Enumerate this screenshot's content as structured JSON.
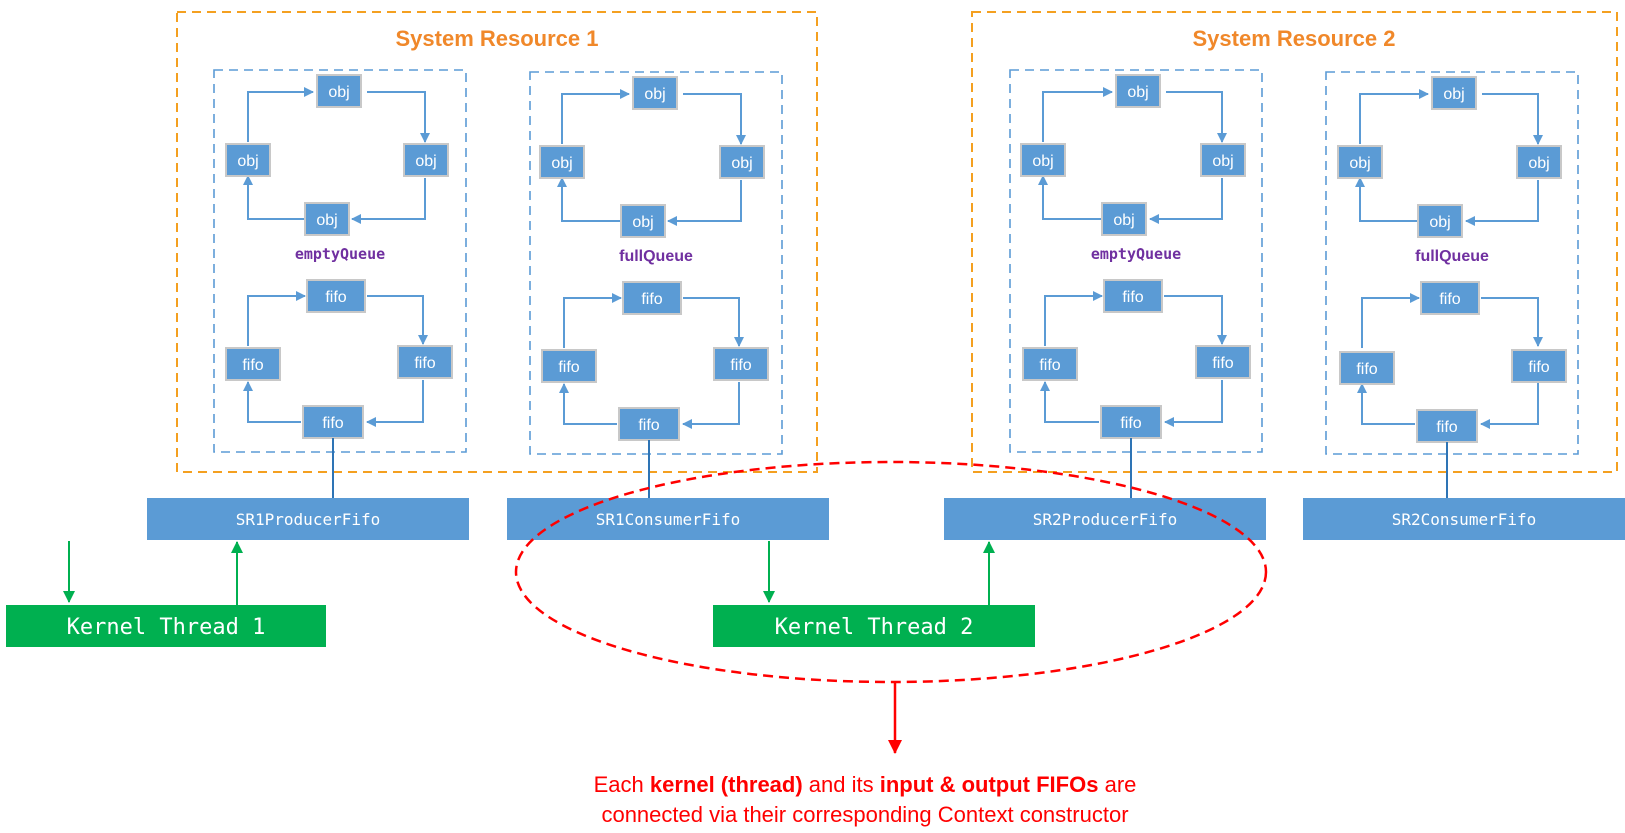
{
  "resources": [
    {
      "title": "System Resource 1",
      "empty_queue_label": "emptyQueue",
      "full_queue_label": "fullQueue"
    },
    {
      "title": "System Resource 2",
      "empty_queue_label": "emptyQueue",
      "full_queue_label": "fullQueue"
    }
  ],
  "queue_item_labels": {
    "obj": "obj",
    "fifo": "fifo"
  },
  "fifos": [
    "SR1ProducerFifo",
    "SR1ConsumerFifo",
    "SR2ProducerFifo",
    "SR2ConsumerFifo"
  ],
  "threads": [
    "Kernel Thread 1",
    "Kernel Thread 2"
  ],
  "annotation": {
    "line1_pre": "Each ",
    "line1_bold1": "kernel (thread)",
    "line1_mid": " and its ",
    "line1_bold2": "input & output FIFOs",
    "line1_post": " are",
    "line2": "connected via their corresponding Context constructor"
  },
  "colors": {
    "resource_border": "#f4a020",
    "resource_title": "#f0882a",
    "queue_border": "#5b9bd5",
    "box_fill": "#5b9bd5",
    "box_border": "#c8c8c8",
    "queue_label": "#7030a0",
    "thread_fill": "#00b050",
    "arrow_green": "#00b050",
    "annotation_red": "#ff0000"
  }
}
